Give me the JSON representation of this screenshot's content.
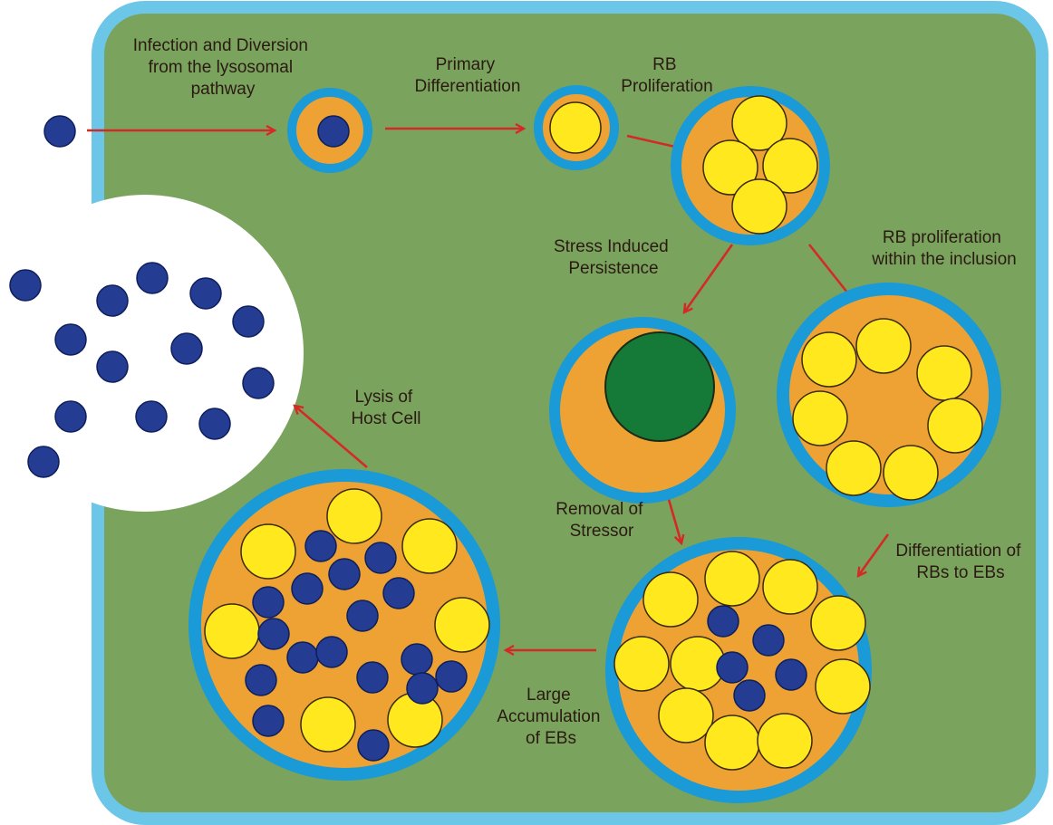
{
  "labels": {
    "infection": [
      "Infection and Diversion",
      "from the lysosomal",
      "pathway"
    ],
    "primary_differentiation": [
      "Primary",
      "Differentiation"
    ],
    "rb_proliferation": [
      "RB",
      "Proliferation"
    ],
    "stress_persistence": [
      "Stress Induced",
      "Persistence"
    ],
    "rb_proliferation_inclusion": [
      "RB proliferation",
      "within the inclusion"
    ],
    "removal_of_stressor": [
      "Removal of",
      "Stressor"
    ],
    "differentiation_rbs_ebs": [
      "Differentiation of",
      "RBs to EBs"
    ],
    "large_accumulation": [
      "Large",
      "Accumulation",
      "of EBs"
    ],
    "lysis": [
      "Lysis of",
      "Host Cell"
    ]
  },
  "colors": {
    "cell_fill": "#7aa35e",
    "cell_border": "#6cc6e8",
    "inclusion_membrane": "#1a9ad6",
    "inclusion_fill": "#eea233",
    "rb_fill": "#ffe81d",
    "eb_fill": "#253c93",
    "persistent_fill": "#157a37",
    "arrow": "#d42a26"
  }
}
